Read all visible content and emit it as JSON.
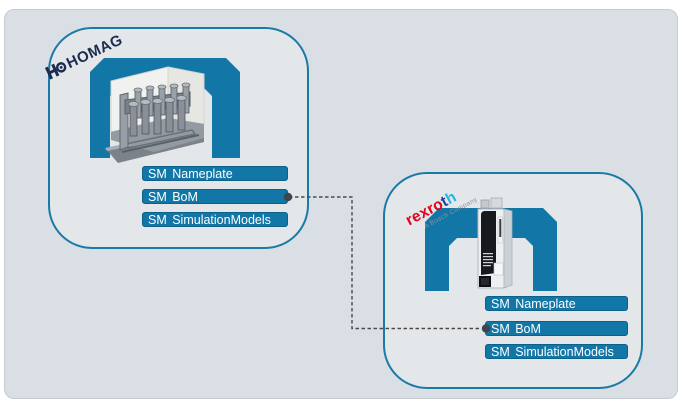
{
  "cards": {
    "left": {
      "vendor_logo": "HOMAG",
      "submodels": [
        "SM Nameplate",
        "SM BoM",
        "SM SimulationModels"
      ]
    },
    "right": {
      "vendor_logo": {
        "red_part": "rexro",
        "t_part": "t",
        "h_part": "h",
        "tagline": "A Bosch Company"
      },
      "submodels": [
        "SM Nameplate",
        "SM BoM",
        "SM SimulationModels"
      ]
    }
  },
  "connector": {
    "from": "SM BoM (HOMAG)",
    "to": "SM BoM (rexroth)",
    "style": "dashed"
  },
  "colors": {
    "accent_blue": "#1276a7",
    "card_border": "#1a7aa6",
    "card_fill": "#e3e7ea",
    "bg_gray": "#d9dfe4",
    "connector_gray": "#4a4a4a",
    "dot_gray": "#3d454f",
    "homag_navy": "#1c2b4e",
    "rexroth_red": "#e2001a",
    "rexroth_blue": "#21409a",
    "rexroth_cyan": "#29b5e8",
    "bosch_gray": "#8d949c"
  }
}
